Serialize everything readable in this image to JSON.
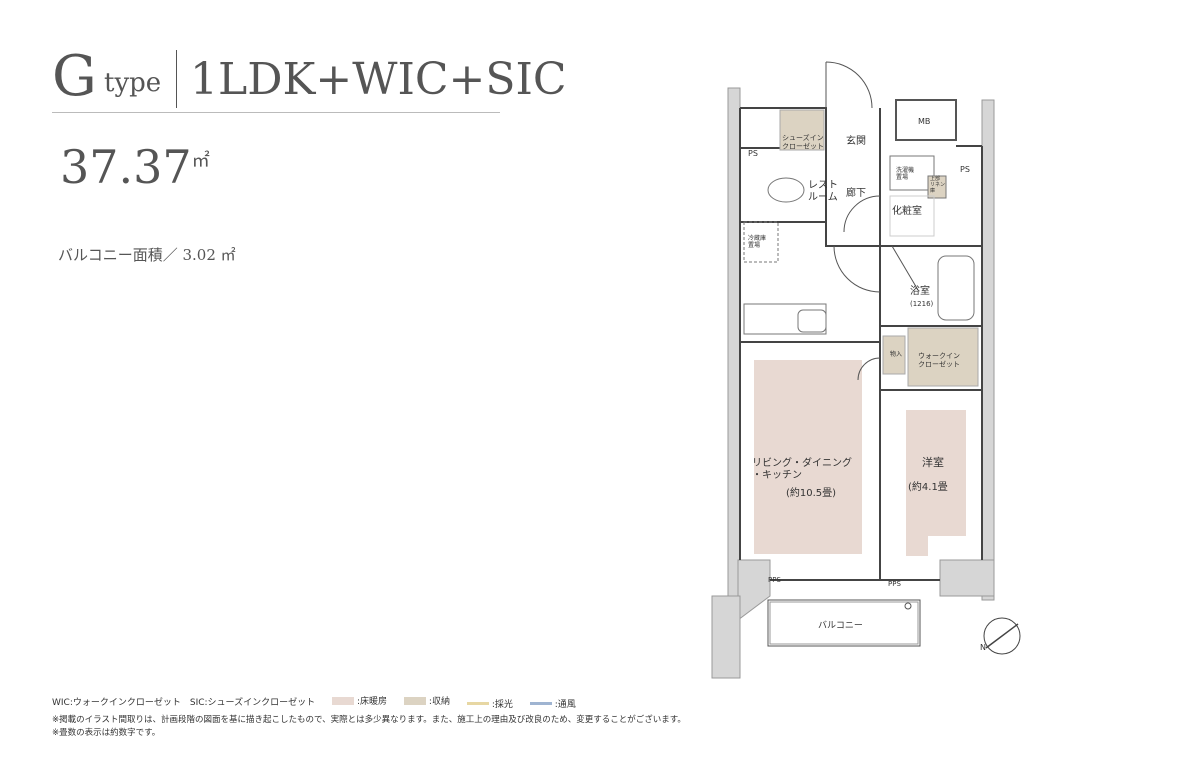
{
  "header": {
    "type_letter": "G",
    "type_word": "type",
    "plan_name": "1LDK+WIC+SIC",
    "area": "37.37",
    "area_unit": "㎡",
    "balcony_area": "バルコニー面積／ 3.02 ㎡"
  },
  "rooms": {
    "mb": "MB",
    "ps_left": "PS",
    "ps_right": "PS",
    "sic": "シューズイン\nクローゼット",
    "genkan": "玄関",
    "restroom": "レスト\nルーム",
    "rouka": "廊下",
    "washer": "洗濯機\n置場",
    "top_linen": "上部\nリネン\n庫",
    "keshoushitsu": "化粧室",
    "fridge": "冷蔵庫\n置場",
    "bath": "浴室",
    "bath_size": "(1216)",
    "wic": "ウォークイン\nクローゼット",
    "closet": "物入",
    "ldk_name": "リビング・ダイニング\n・キッチン",
    "ldk_size": "(約10.5畳)",
    "western": "洋室",
    "western_size": "(約4.1畳",
    "pps_left": "PPS",
    "pps_right": "PPS",
    "balcony": "バルコニー",
    "north": "N"
  },
  "legend": {
    "items": [
      {
        "label": "WIC:ウォークインクローゼット　SIC:シューズインクローゼット",
        "color": ""
      },
      {
        "label": ":床暖房",
        "color": "#e8d9d2"
      },
      {
        "label": ":収納",
        "color": "#dcd3c2"
      },
      {
        "label": ":採光",
        "color": "#e7d7a3"
      },
      {
        "label": ":通風",
        "color": "#9fb4d1"
      }
    ]
  },
  "notes": [
    "※掲載のイラスト間取りは、計画段階の図面を基に描き起こしたもので、実際とは多少異なります。また、施工上の理由及び改良のため、変更することがございます。",
    "※畳数の表示は約数字です。"
  ],
  "colors": {
    "floor_heating": "#e8d9d2",
    "storage": "#dcd3c2",
    "wall": "#9b9b9b",
    "exterior": "#d6d6d6"
  }
}
